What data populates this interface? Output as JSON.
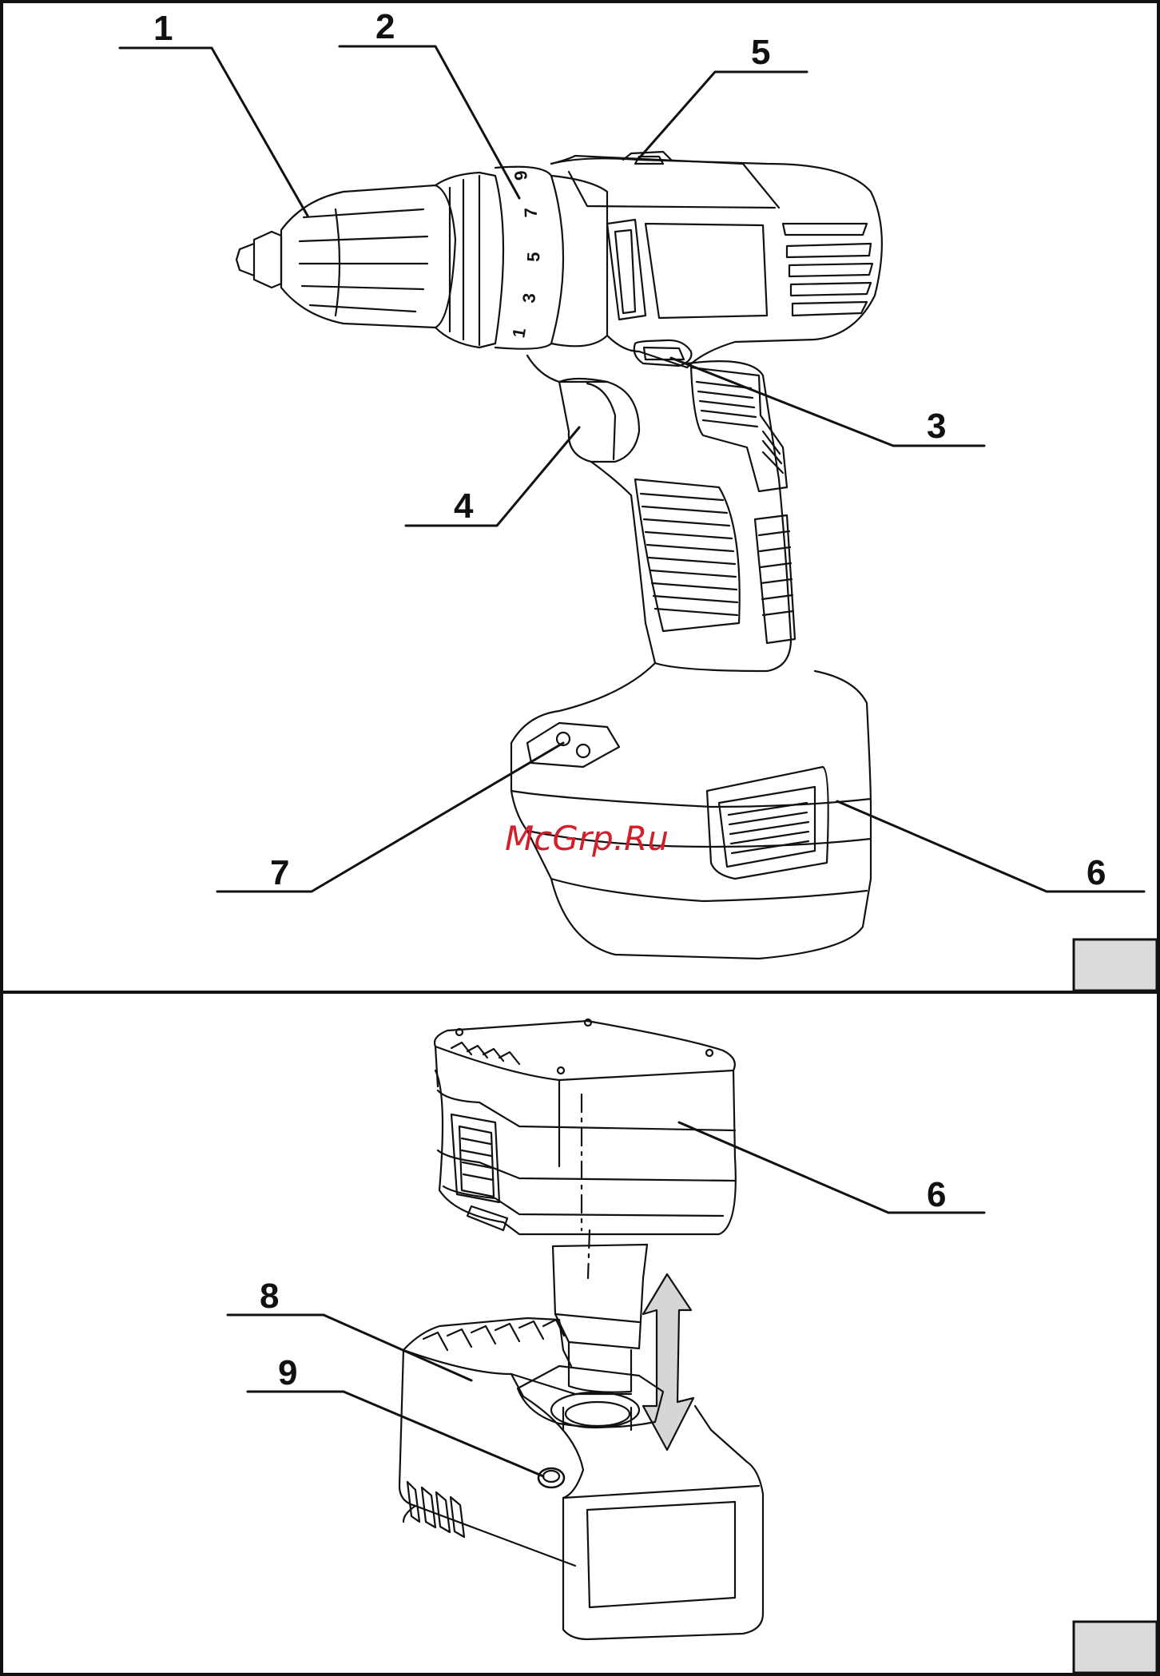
{
  "watermark": "McGrp.Ru",
  "dial_numbers": [
    "1",
    "3",
    "5",
    "7",
    "9"
  ],
  "figure_top": {
    "callouts": [
      {
        "id": "1",
        "label": "1"
      },
      {
        "id": "2",
        "label": "2"
      },
      {
        "id": "3",
        "label": "3"
      },
      {
        "id": "4",
        "label": "4"
      },
      {
        "id": "5",
        "label": "5"
      },
      {
        "id": "6",
        "label": "6"
      },
      {
        "id": "7",
        "label": "7"
      }
    ]
  },
  "figure_bottom": {
    "callouts": [
      {
        "id": "6",
        "label": "6"
      },
      {
        "id": "8",
        "label": "8"
      },
      {
        "id": "9",
        "label": "9"
      }
    ]
  },
  "colors": {
    "line": "#111111",
    "corner_box": "#dcdcdc",
    "arrow_fill": "#d6d6d6",
    "watermark": "#d21f2a"
  }
}
